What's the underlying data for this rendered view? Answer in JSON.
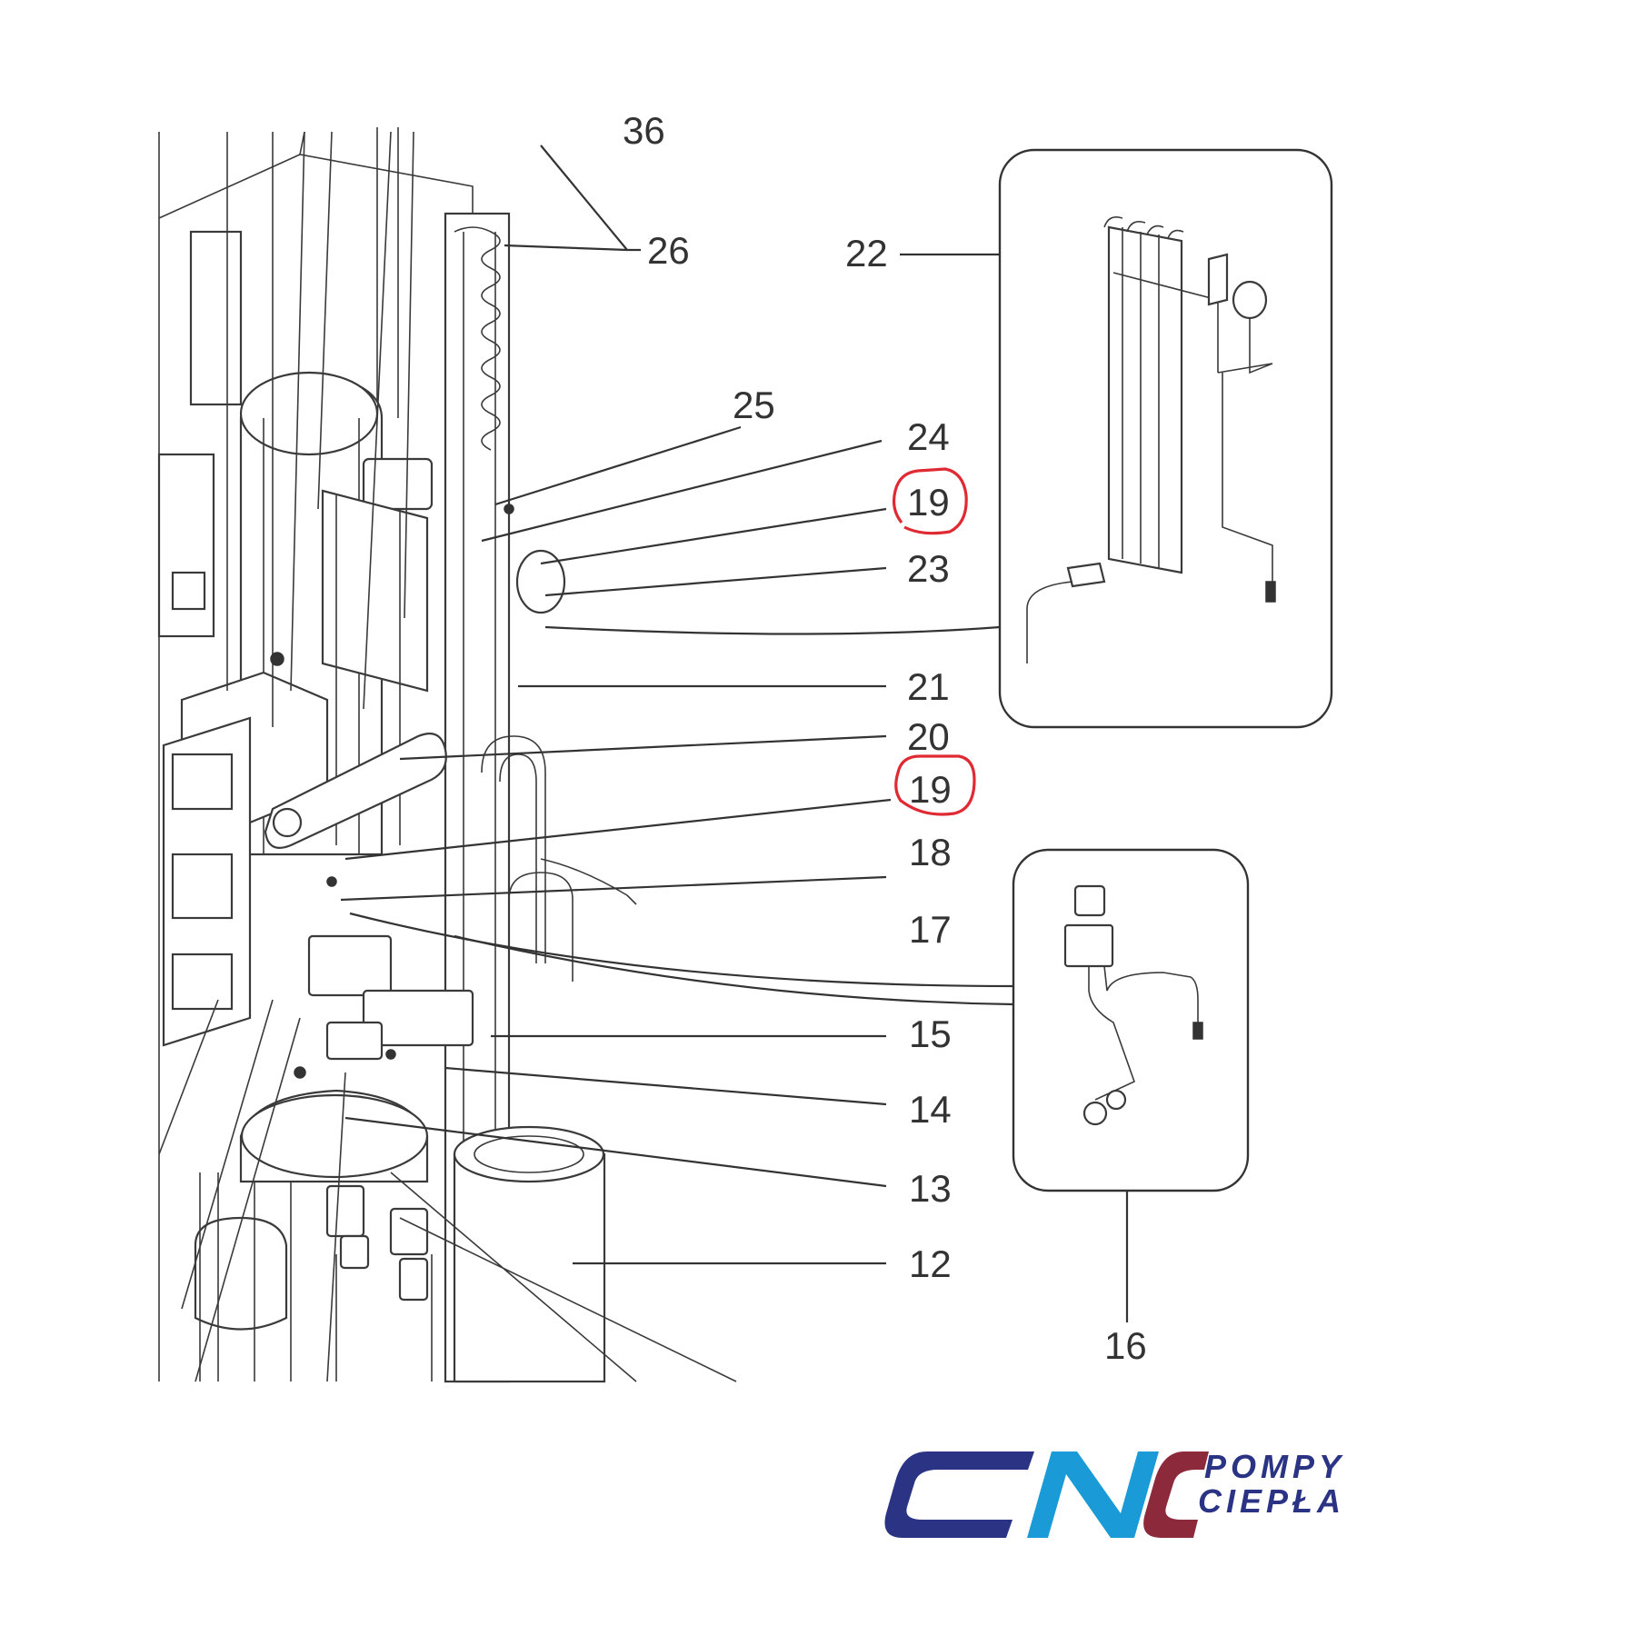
{
  "callouts": {
    "c36": "36",
    "c26": "26",
    "c22": "22",
    "c25": "25",
    "c24": "24",
    "c19a": "19",
    "c23": "23",
    "c21": "21",
    "c20": "20",
    "c19b": "19",
    "c18": "18",
    "c17": "17",
    "c15": "15",
    "c14": "14",
    "c13": "13",
    "c12": "12",
    "c16": "16"
  },
  "highlighted_callouts": [
    "19",
    "19"
  ],
  "highlight_color": "#e02a33",
  "logo": {
    "cnc_c1": "C",
    "cnc_n": "N",
    "cnc_c2": "C",
    "line1": "POMPY",
    "line2": "CIEPŁA",
    "color_navy": "#2b3384",
    "color_cyan": "#1a9ad6",
    "color_maroon": "#8c2a3c"
  }
}
